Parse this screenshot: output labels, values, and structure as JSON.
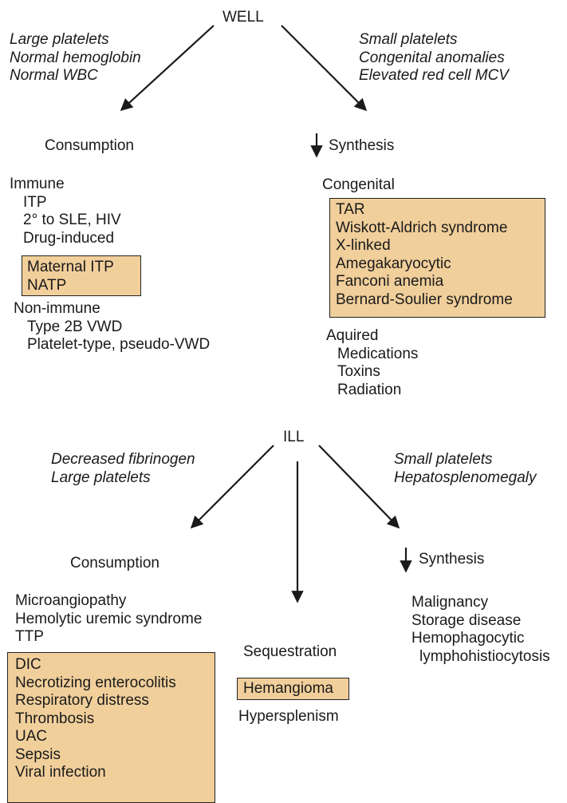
{
  "well": {
    "label": "WELL",
    "left_criteria": [
      "Large platelets",
      "Normal hemoglobin",
      "Normal WBC"
    ],
    "right_criteria": [
      "Small platelets",
      "Congenital anomalies",
      "Elevated red cell MCV"
    ],
    "consumption": {
      "title": "Consumption",
      "immune": {
        "title": "Immune",
        "items": [
          "ITP",
          "2° to SLE, HIV",
          "Drug-induced"
        ]
      },
      "highlighted": [
        "Maternal ITP",
        "NATP"
      ],
      "non_immune": {
        "title": "Non-immune",
        "items": [
          "Type 2B VWD",
          "Platelet-type, pseudo-VWD"
        ]
      }
    },
    "synthesis": {
      "title": "Synthesis",
      "congenital": {
        "title": "Congenital",
        "highlighted": [
          "TAR",
          "Wiskott-Aldrich syndrome",
          "X-linked",
          "Amegakaryocytic",
          "Fanconi anemia",
          "Bernard-Soulier syndrome"
        ]
      },
      "acquired": {
        "title": "Aquired",
        "items": [
          "Medications",
          "Toxins",
          "Radiation"
        ]
      }
    }
  },
  "ill": {
    "label": "ILL",
    "left_criteria": [
      "Decreased fibrinogen",
      "Large platelets"
    ],
    "right_criteria": [
      "Small platelets",
      "Hepatosplenomegaly"
    ],
    "consumption": {
      "title": "Consumption",
      "items": [
        "Microangiopathy",
        "Hemolytic uremic syndrome",
        "TTP"
      ],
      "highlighted": [
        "DIC",
        "Necrotizing enterocolitis",
        "Respiratory distress",
        "Thrombosis",
        "UAC",
        "Sepsis",
        "Viral infection"
      ]
    },
    "sequestration": {
      "title": "Sequestration",
      "highlighted": [
        "Hemangioma"
      ],
      "items": [
        "Hypersplenism"
      ]
    },
    "synthesis": {
      "title": "Synthesis",
      "items": [
        "Malignancy",
        "Storage disease",
        "Hemophagocytic",
        "lymphohistiocytosis"
      ]
    }
  },
  "colors": {
    "highlight_box": "#f1cf9b",
    "text": "#1a1a1a",
    "arrow": "#1a1a1a"
  }
}
